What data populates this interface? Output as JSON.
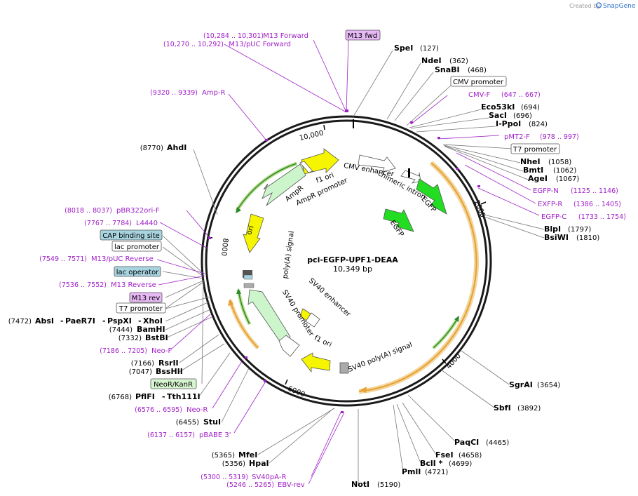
{
  "credit": {
    "prefix": "Created by",
    "brand": "SnapGene"
  },
  "plasmid": {
    "name": "pci-EGFP-UPF1-DEAA",
    "size": "10,349 bp"
  },
  "ticks": [
    "2000",
    "4000",
    "6000",
    "8000",
    "10,000"
  ],
  "sites": [
    {
      "name": "SpeI",
      "pos": "(127)"
    },
    {
      "name": "NdeI",
      "pos": "(362)"
    },
    {
      "name": "SnaBI",
      "pos": "(468)"
    },
    {
      "name": "Eco53kI",
      "pos": "(694)"
    },
    {
      "name": "SacI",
      "pos": "(696)"
    },
    {
      "name": "I-PpoI",
      "pos": "(824)"
    },
    {
      "name": "NheI",
      "pos": "(1058)"
    },
    {
      "name": "BmtI",
      "pos": "(1062)"
    },
    {
      "name": "AgeI",
      "pos": "(1067)"
    },
    {
      "name": "BlpI",
      "pos": "(1797)"
    },
    {
      "name": "BsiWI",
      "pos": "(1810)"
    },
    {
      "name": "SgrAI",
      "pos": "(3654)"
    },
    {
      "name": "SbfI",
      "pos": "(3892)"
    },
    {
      "name": "PaqCI",
      "pos": "(4465)"
    },
    {
      "name": "FseI",
      "pos": "(4658)"
    },
    {
      "name": "BclI *",
      "pos": "(4699)"
    },
    {
      "name": "PmlI",
      "pos": "(4721)"
    },
    {
      "name": "NotI",
      "pos": "(5190)"
    },
    {
      "name": "HpaI",
      "pos": "(5356)"
    },
    {
      "name": "MfeI",
      "pos": "(5365)"
    },
    {
      "name": "StuI",
      "pos": "(6455)"
    },
    {
      "name": "Tth111I",
      "pos": ""
    },
    {
      "name": "PflFI",
      "pos": "(6768)"
    },
    {
      "name": "BssHII",
      "pos": "(7047)"
    },
    {
      "name": "RsrII",
      "pos": "(7166)"
    },
    {
      "name": "BstBI",
      "pos": "(7332)"
    },
    {
      "name": "BamHI",
      "pos": "(7444)"
    },
    {
      "name": "XhoI",
      "pos": ""
    },
    {
      "name": "PspXI",
      "pos": ""
    },
    {
      "name": "PaeR7I",
      "pos": ""
    },
    {
      "name": "AbsI",
      "pos": "(7472)"
    },
    {
      "name": "AhdI",
      "pos": "(8770)"
    }
  ],
  "primers": [
    {
      "name": "M13 Forward",
      "pos": "(10,284 .. 10,301)"
    },
    {
      "name": "M13/pUC Forward",
      "pos": "(10,270 .. 10,292)"
    },
    {
      "name": "Amp-R",
      "pos": "(9320 .. 9339)"
    },
    {
      "name": "CMV-F",
      "pos": "(647 .. 667)"
    },
    {
      "name": "pMT2-F",
      "pos": "(978 .. 997)"
    },
    {
      "name": "EGFP-N",
      "pos": "(1125 .. 1146)"
    },
    {
      "name": "EXFP-R",
      "pos": "(1386 .. 1405)"
    },
    {
      "name": "EGFP-C",
      "pos": "(1733 .. 1754)"
    },
    {
      "name": "pBR322ori-F",
      "pos": "(8018 .. 8037)"
    },
    {
      "name": "L4440",
      "pos": "(7767 .. 7784)"
    },
    {
      "name": "M13/pUC Reverse",
      "pos": "(7549 .. 7571)"
    },
    {
      "name": "M13 Reverse",
      "pos": "(7536 .. 7552)"
    },
    {
      "name": "Neo-F",
      "pos": "(7186 .. 7205)"
    },
    {
      "name": "Neo-R",
      "pos": "(6576 .. 6595)"
    },
    {
      "name": "pBABE 3'",
      "pos": "(6137 .. 6157)"
    },
    {
      "name": "SV40pA-R",
      "pos": "(5300 .. 5319)"
    },
    {
      "name": "EBV-rev",
      "pos": "(5246 .. 5265)"
    }
  ],
  "boxed": [
    {
      "name": "M13 fwd",
      "style": "primer"
    },
    {
      "name": "CMV promoter",
      "style": "plain"
    },
    {
      "name": "T7 promoter",
      "style": "plain"
    },
    {
      "name": "CAP binding site",
      "style": "blue"
    },
    {
      "name": "lac promoter",
      "style": "plain"
    },
    {
      "name": "lac operator",
      "style": "blue"
    },
    {
      "name": "M13 rev",
      "style": "primer"
    },
    {
      "name": "T7 promoter",
      "style": "plain"
    },
    {
      "name": "NeoR/KanR",
      "style": "green"
    }
  ],
  "features": [
    "f1 ori",
    "AmpR promoter",
    "AmpR",
    "CMV enhancer",
    "chimeric intron",
    "EGFP",
    "EGFP",
    "ori",
    "poly(A) signal",
    "SV40 enhancer",
    "SV40 promoter",
    "f1 ori",
    "SV40 poly(A) signal"
  ],
  "colors": {
    "primer": "#a020c8",
    "backbone": "#1a1a1a",
    "orf": "#e8a030",
    "egfp": "#22dd22",
    "ampr": "#ccf5cc",
    "ori": "#f5f500",
    "blue_box": "#a8d4e0",
    "green_box": "#d6f5d0",
    "primer_box": "#e6b8f5"
  }
}
